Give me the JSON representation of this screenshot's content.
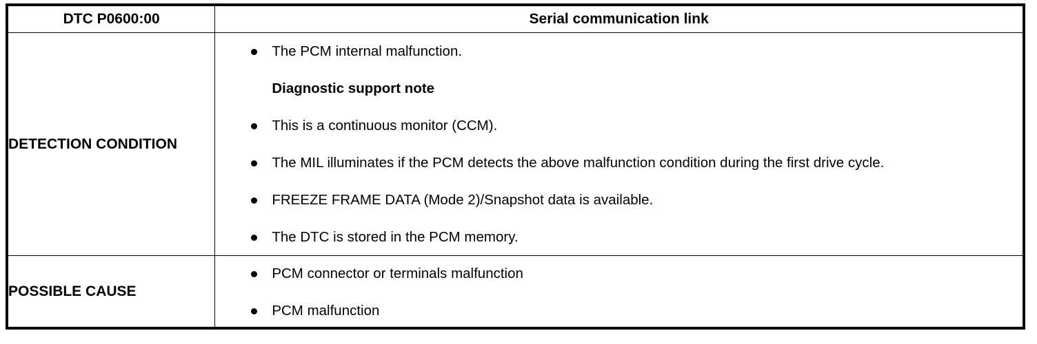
{
  "document": {
    "type": "dtc-diagnostic-table",
    "header": {
      "dtc_code": "DTC P0600:00",
      "title": "Serial communication link"
    },
    "rows": [
      {
        "label": "DETECTION CONDITION",
        "items": [
          {
            "kind": "bullet",
            "text": "The PCM internal malfunction."
          },
          {
            "kind": "note",
            "text": "Diagnostic support note"
          },
          {
            "kind": "bullet",
            "text": "This is a continuous monitor (CCM)."
          },
          {
            "kind": "bullet",
            "text": "The MIL illuminates if the PCM detects the above malfunction condition during the first drive cycle."
          },
          {
            "kind": "bullet",
            "text": "FREEZE FRAME DATA (Mode 2)/Snapshot data is available."
          },
          {
            "kind": "bullet",
            "text": "The DTC is stored in the PCM memory."
          }
        ]
      },
      {
        "label": "POSSIBLE CAUSE",
        "items": [
          {
            "kind": "bullet",
            "text": "PCM connector or terminals malfunction"
          },
          {
            "kind": "bullet",
            "text": "PCM malfunction"
          }
        ]
      }
    ],
    "colors": {
      "border": "#000000",
      "text": "#000000",
      "background": "#ffffff"
    }
  }
}
